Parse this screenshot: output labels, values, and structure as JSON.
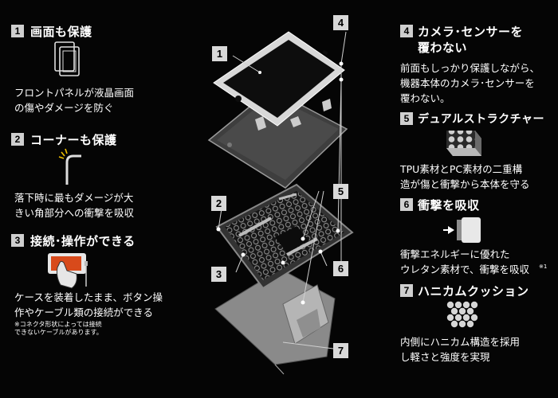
{
  "left": {
    "f1": {
      "num": "1",
      "title": "画面も保護",
      "desc": "フロントパネルが液晶画面\nの傷やダメージを防ぐ"
    },
    "f2": {
      "num": "2",
      "title": "コーナーも保護",
      "desc": "落下時に最もダメージが大\nきい角部分への衝撃を吸収"
    },
    "f3": {
      "num": "3",
      "title": "接続･操作ができる",
      "desc": "ケースを装着したまま、ボタン操\n作やケーブル類の接続ができる",
      "note": "※コネクタ形状によっては接続\nできないケーブルがあります。"
    }
  },
  "right": {
    "f4": {
      "num": "4",
      "title_line1": "カメラ･センサーを",
      "title_line2": "覆わない",
      "desc": "前面もしっかり保護しながら、\n機器本体のカメラ･センサーを\n覆わない。"
    },
    "f5": {
      "num": "5",
      "title": "デュアルストラクチャー",
      "desc": "TPU素材とPC素材の二重構\n造が傷と衝撃から本体を守る"
    },
    "f6": {
      "num": "6",
      "title": "衝撃を吸収",
      "desc": "衝撃エネルギーに優れた\nウレタン素材で、衝撃を吸収",
      "sup": "※1"
    },
    "f7": {
      "num": "7",
      "title": "ハニカムクッション",
      "desc": "内側にハニカム構造を採用\nし軽さと強度を実現"
    }
  },
  "callouts": [
    "1",
    "2",
    "3",
    "4",
    "5",
    "6",
    "7"
  ],
  "icons": [
    "tablet-front-panel-icon",
    "corner-protection-icon",
    "phone-touch-cable-icon",
    "dual-structure-icon",
    "shock-absorb-icon",
    "honeycomb-icon",
    "exploded-case-diagram"
  ]
}
